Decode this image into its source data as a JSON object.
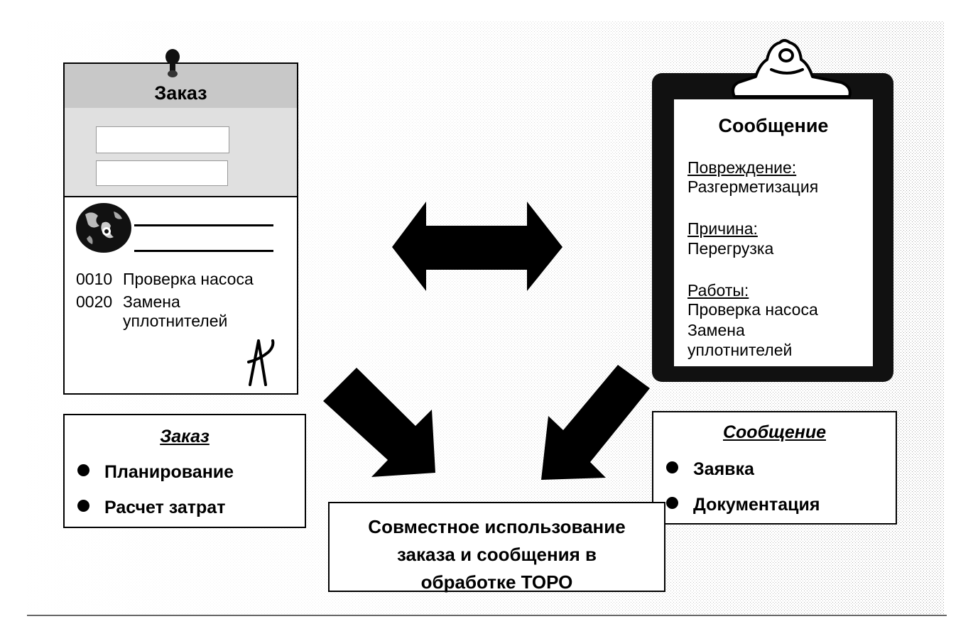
{
  "order_card": {
    "title": "Заказ",
    "operations": [
      {
        "number": "0010",
        "text": "Проверка насоса"
      },
      {
        "number": "0020",
        "text": "Замена",
        "continuation": "уплотнителей"
      }
    ],
    "signature": "А"
  },
  "message_card": {
    "title": "Сообщение",
    "damage_label": "Повреждение:",
    "damage_value": "Разгерметизация",
    "cause_label": "Причина:",
    "cause_value": "Перегрузка",
    "works_label": "Работы:",
    "works_items": [
      "Проверка насоса",
      "Замена",
      "уплотнителей"
    ]
  },
  "order_summary": {
    "title": "Заказ",
    "items": [
      "Планирование",
      "Расчет затрат"
    ]
  },
  "message_summary": {
    "title": "Сообщение",
    "items": [
      "Заявка",
      "Документация"
    ]
  },
  "center_box": {
    "lines": [
      "Совместное использование",
      "заказа и сообщения в",
      "обработке ТОРО"
    ]
  },
  "colors": {
    "ink": "#000000",
    "paper": "#ffffff",
    "header_gray": "#c8c8c8",
    "board": "#111111"
  }
}
